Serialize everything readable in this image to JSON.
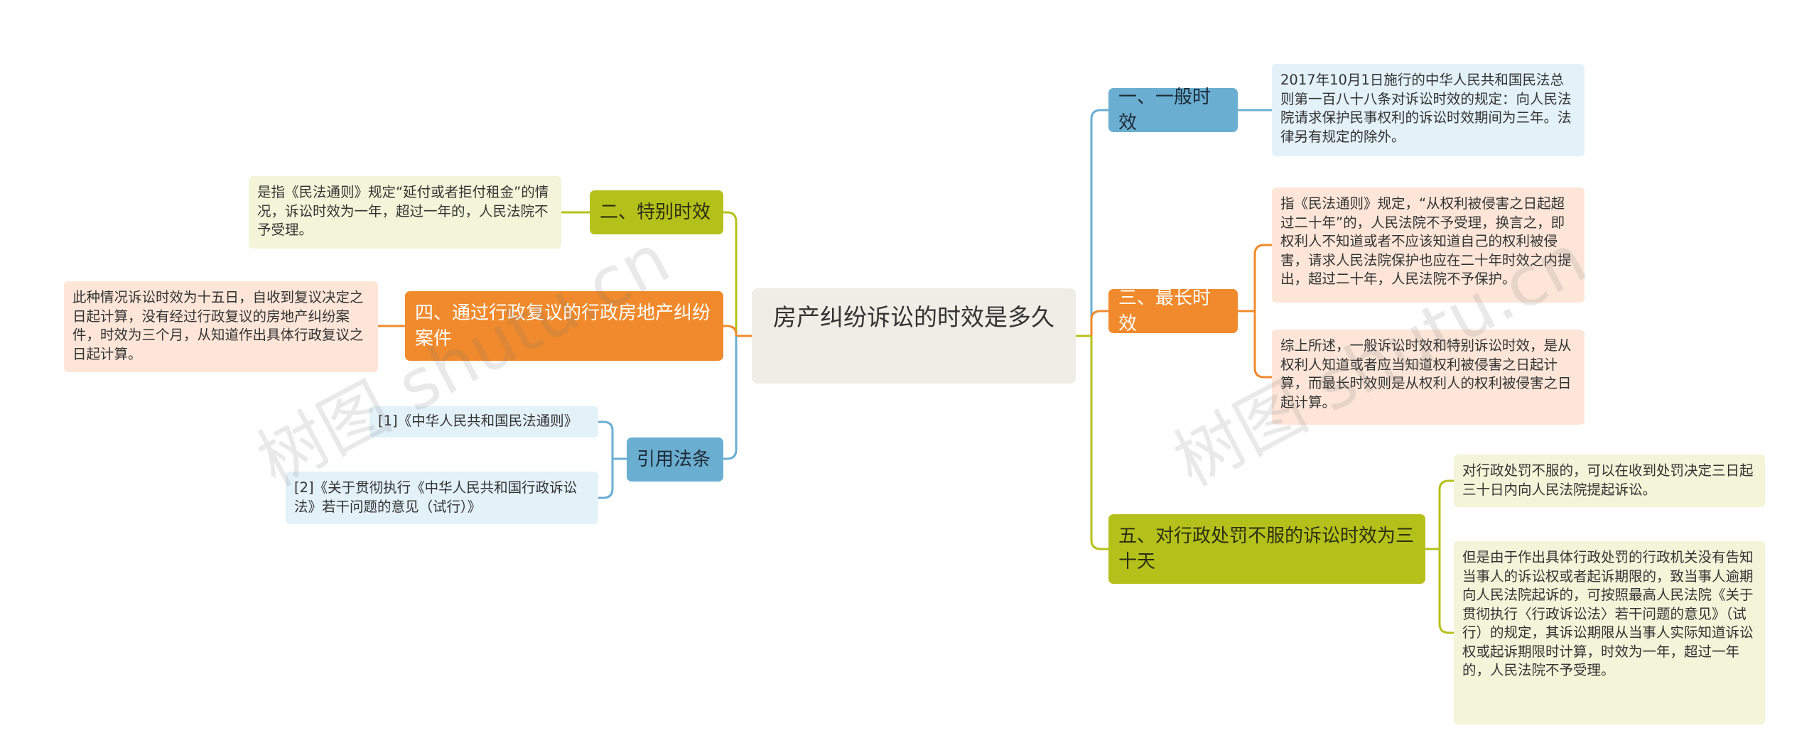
{
  "center": {
    "title": "房产纠纷诉讼的时效是多久"
  },
  "right": {
    "general": {
      "label": "一、一般时效",
      "note": "2017年10月1日施行的中华人民共和国民法总则第一百八十八条对诉讼时效的规定：向人民法院请求保护民事权利的诉讼时效期间为三年。法律另有规定的除外。"
    },
    "longest": {
      "label": "三、最长时效",
      "notes": [
        "指《民法通则》规定，“从权利被侵害之日起超过二十年”的，人民法院不予受理，换言之，即权利人不知道或者不应该知道自己的权利被侵害，请求人民法院保护也应在二十年时效之内提出，超过二十年，人民法院不予保护。",
        "综上所述，一般诉讼时效和特别诉讼时效，是从权利人知道或者应当知道权利被侵害之日起计算，而最长时效则是从权利人的权利被侵害之日起计算。"
      ]
    },
    "penalty": {
      "label": "五、对行政处罚不服的诉讼时效为三十天",
      "notes": [
        "对行政处罚不服的，可以在收到处罚决定三日起三十日内向人民法院提起诉讼。",
        "但是由于作出具体行政处罚的行政机关没有告知当事人的诉讼权或者起诉期限的，致当事人逾期向人民法院起诉的，可按照最高人民法院《关于贯彻执行〈行政诉讼法〉若干问题的意见》（试行）的规定，其诉讼期限从当事人实际知道诉讼权或起诉期限时计算，时效为一年，超过一年的，人民法院不予受理。"
      ]
    }
  },
  "left": {
    "special": {
      "label": "二、特别时效",
      "note": "是指《民法通则》规定“延付或者拒付租金”的情况，诉讼时效为一年，超过一年的，人民法院不予受理。"
    },
    "review": {
      "label": "四、通过行政复议的行政房地产纠纷案件",
      "note": "此种情况诉讼时效为十五日，自收到复议决定之日起计算，没有经过行政复议的房地产纠纷案件，时效为三个月，从知道作出具体行政复议之日起计算。"
    },
    "cite": {
      "label": "引用法条",
      "items": [
        "[1]《中华人民共和国民法通则》",
        "[2]《关于贯彻执行《中华人民共和国行政诉讼法》若干问题的意见（试行）》"
      ]
    }
  },
  "watermarks": [
    "树图 shutu.cn",
    "树图 shutu.cn"
  ],
  "colors": {
    "blue": "#6aaed2",
    "orange": "#f08a2c",
    "green": "#b5c11b",
    "center_bg": "#eeeee6"
  }
}
